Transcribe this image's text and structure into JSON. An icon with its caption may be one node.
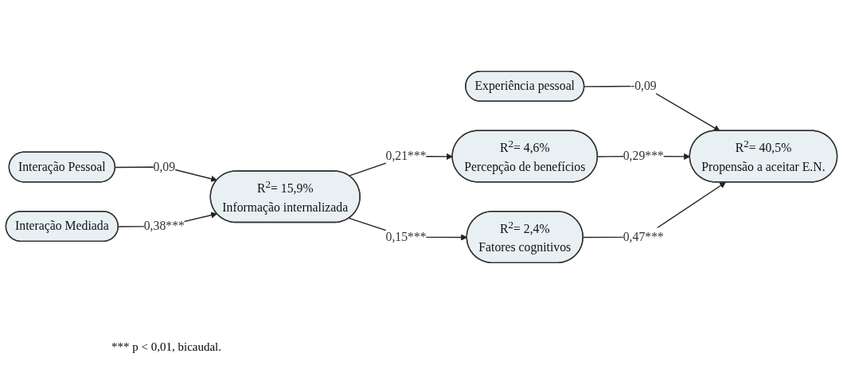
{
  "diagram": {
    "nodes": [
      {
        "text": [
          "Interação Pessoal"
        ]
      },
      {
        "text": [
          "Interação Mediada"
        ]
      },
      {
        "text": [
          "R$^{2}$= 15,9%",
          "Informação internalizada"
        ]
      },
      {
        "text": [
          "Experiência pessoal"
        ]
      },
      {
        "text": [
          "R$^{2}$= 4,6%",
          "Percepção de benefícios"
        ]
      },
      {
        "text": [
          "R$^{2}$= 2,4%",
          "Fatores cognitivos"
        ]
      },
      {
        "text": [
          "R$^{2}$= 40,5%",
          "Propensão a aceitar E.N."
        ]
      }
    ],
    "edges": [
      {
        "from": 0,
        "to": 2,
        "arrow": "to",
        "label": "0,09"
      },
      {
        "from": 1,
        "to": 2,
        "arrow": "to",
        "label": "0,38***"
      },
      {
        "from": 2,
        "to": 4,
        "arrow": "to",
        "label": "0,21***"
      },
      {
        "from": 2,
        "to": 5,
        "arrow": "to",
        "label": "0,15***"
      },
      {
        "from": 3,
        "to": 6,
        "arrow": "to",
        "label": "-0,09"
      },
      {
        "from": 4,
        "to": 6,
        "arrow": "to",
        "label": "0,29***"
      },
      {
        "from": 5,
        "to": 6,
        "arrow": "to",
        "label": "0,47***"
      }
    ],
    "labels": [
      "*** p < 0,01, bicaudal."
    ]
  }
}
